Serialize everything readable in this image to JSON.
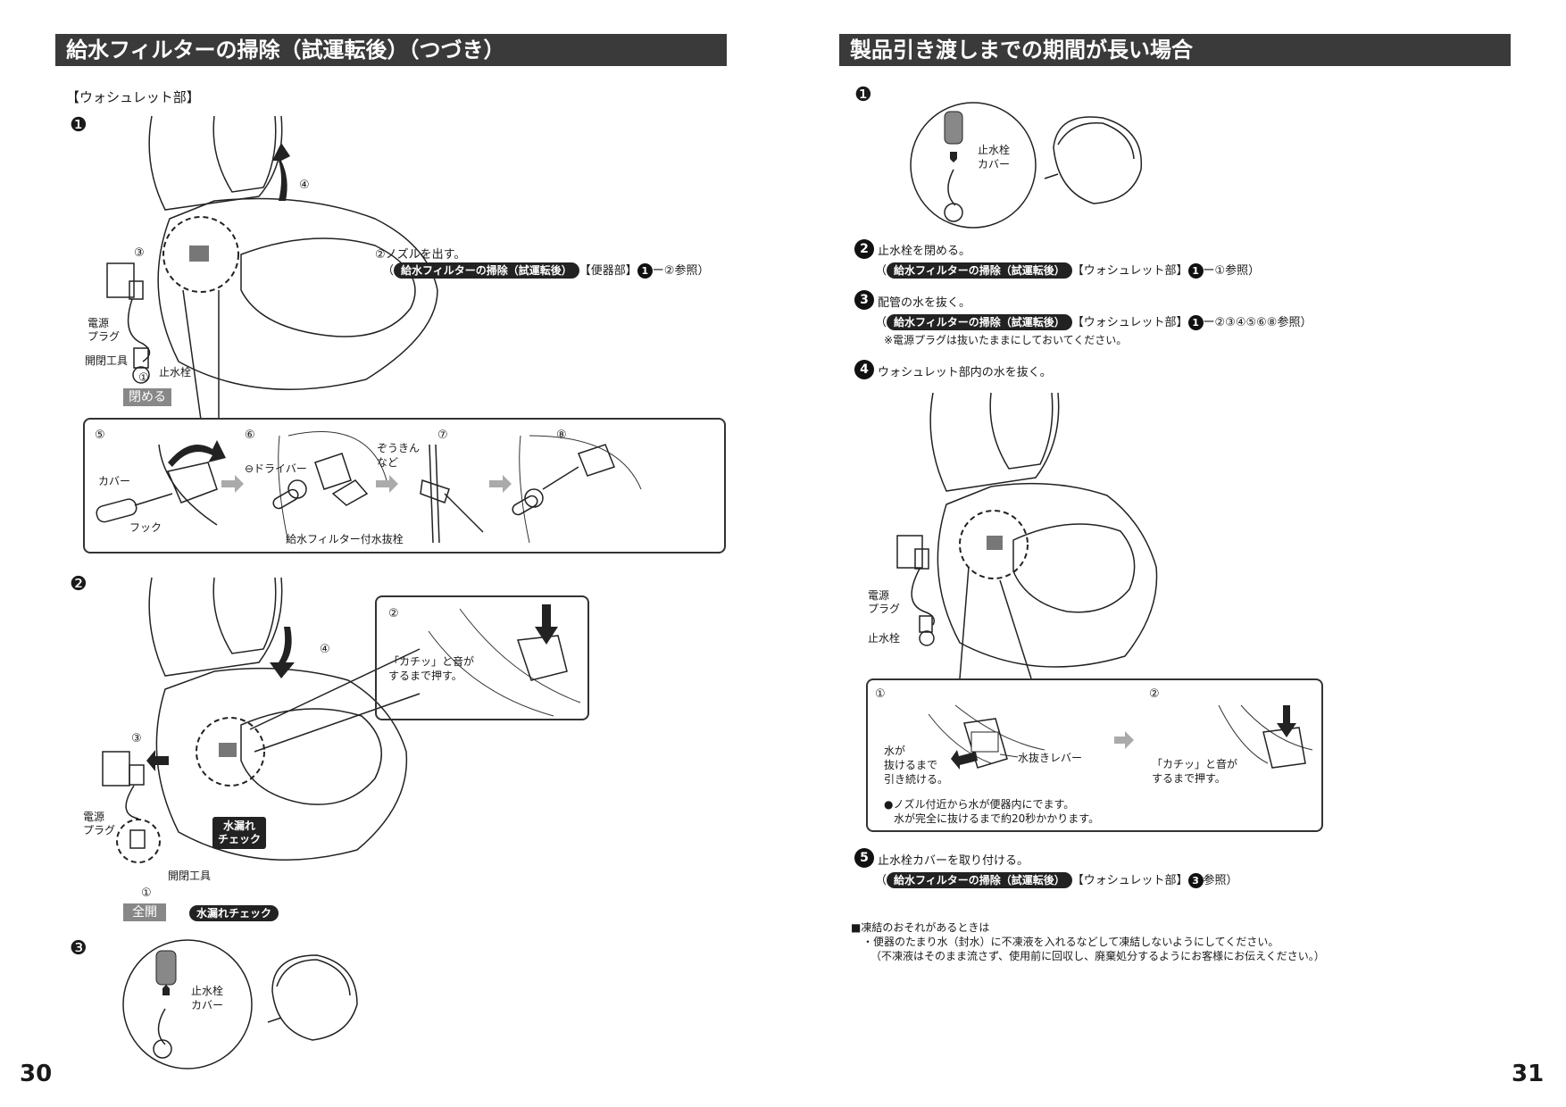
{
  "left": {
    "header": "給水フィルターの掃除（試運転後）（つづき）",
    "section_label": "【ウォシュレット部】",
    "step1": {
      "num": "❶",
      "note_main": "②ノズルを出す。",
      "note_ref_open": "（",
      "note_ref_pill": "給水フィルターの掃除（試運転後）",
      "note_ref_part": "【便器部】",
      "note_ref_num": "1",
      "note_ref_tail": "ー②参照）",
      "callouts": {
        "c4": "④",
        "c3": "③",
        "c1": "①",
        "plug": "電源\nプラグ",
        "tool": "開閉工具",
        "valve": "止水栓",
        "close": "閉める"
      },
      "detail": {
        "s5": "⑤",
        "s6": "⑥",
        "s7": "⑦",
        "s8": "⑧",
        "cover": "カバー",
        "hook": "フック",
        "driver": "⊖ドライバー",
        "rag": "ぞうきん\nなど",
        "filter_plug": "給水フィルター付水抜栓"
      }
    },
    "step2": {
      "num": "❷",
      "c4": "④",
      "c3": "③",
      "c1": "①",
      "plug": "電源\nプラグ",
      "tool": "開閉工具",
      "full_open": "全開",
      "leak_badge": "水漏れ\nチェック",
      "leak_pill": "水漏れチェック",
      "inset_num": "②",
      "inset_text": "「カチッ」と音が\nするまで押す。"
    },
    "step3": {
      "num": "❸",
      "cover": "止水栓\nカバー"
    },
    "page_number": "30"
  },
  "right": {
    "header": "製品引き渡しまでの期間が長い場合",
    "step1": {
      "num": "❶",
      "cover": "止水栓\nカバー"
    },
    "step2": {
      "num": "2",
      "text": "止水栓を閉める。",
      "ref_open": "（",
      "ref_pill": "給水フィルターの掃除（試運転後）",
      "ref_part": "【ウォシュレット部】",
      "ref_num": "1",
      "ref_tail": "ー①参照）"
    },
    "step3": {
      "num": "3",
      "text": "配管の水を抜く。",
      "ref_open": "（",
      "ref_pill": "給水フィルターの掃除（試運転後）",
      "ref_part": "【ウォシュレット部】",
      "ref_num": "1",
      "ref_tail": "ー②③④⑤⑥⑧参照）",
      "note": "※電源プラグは抜いたままにしておいてください。"
    },
    "step4": {
      "num": "4",
      "text": "ウォシュレット部内の水を抜く。",
      "plug": "電源\nプラグ",
      "valve": "止水栓",
      "detail": {
        "s1": "①",
        "s2": "②",
        "pull": "水が\n抜けるまで\n引き続ける。",
        "lever": "水抜きレバー",
        "click": "「カチッ」と音が\nするまで押す。",
        "bullet1": "●ノズル付近から水が便器内にでます。",
        "bullet2": "水が完全に抜けるまで約20秒かかります。"
      }
    },
    "step5": {
      "num": "5",
      "text": "止水栓カバーを取り付ける。",
      "ref_open": "（",
      "ref_pill": "給水フィルターの掃除（試運転後）",
      "ref_part": "【ウォシュレット部】",
      "ref_num": "3",
      "ref_tail": "参照）"
    },
    "freeze": {
      "title": "■凍結のおそれがあるときは",
      "line1": "・便器のたまり水（封水）に不凍液を入れるなどして凍結しないようにしてください。",
      "line2": "（不凍液はそのまま流さず、使用前に回収し、廃棄処分するようにお客様にお伝えください。）"
    },
    "page_number": "31"
  },
  "colors": {
    "header_bg": "#3a3a3a",
    "pill_bg": "#222222",
    "tag_bg": "#888888"
  }
}
